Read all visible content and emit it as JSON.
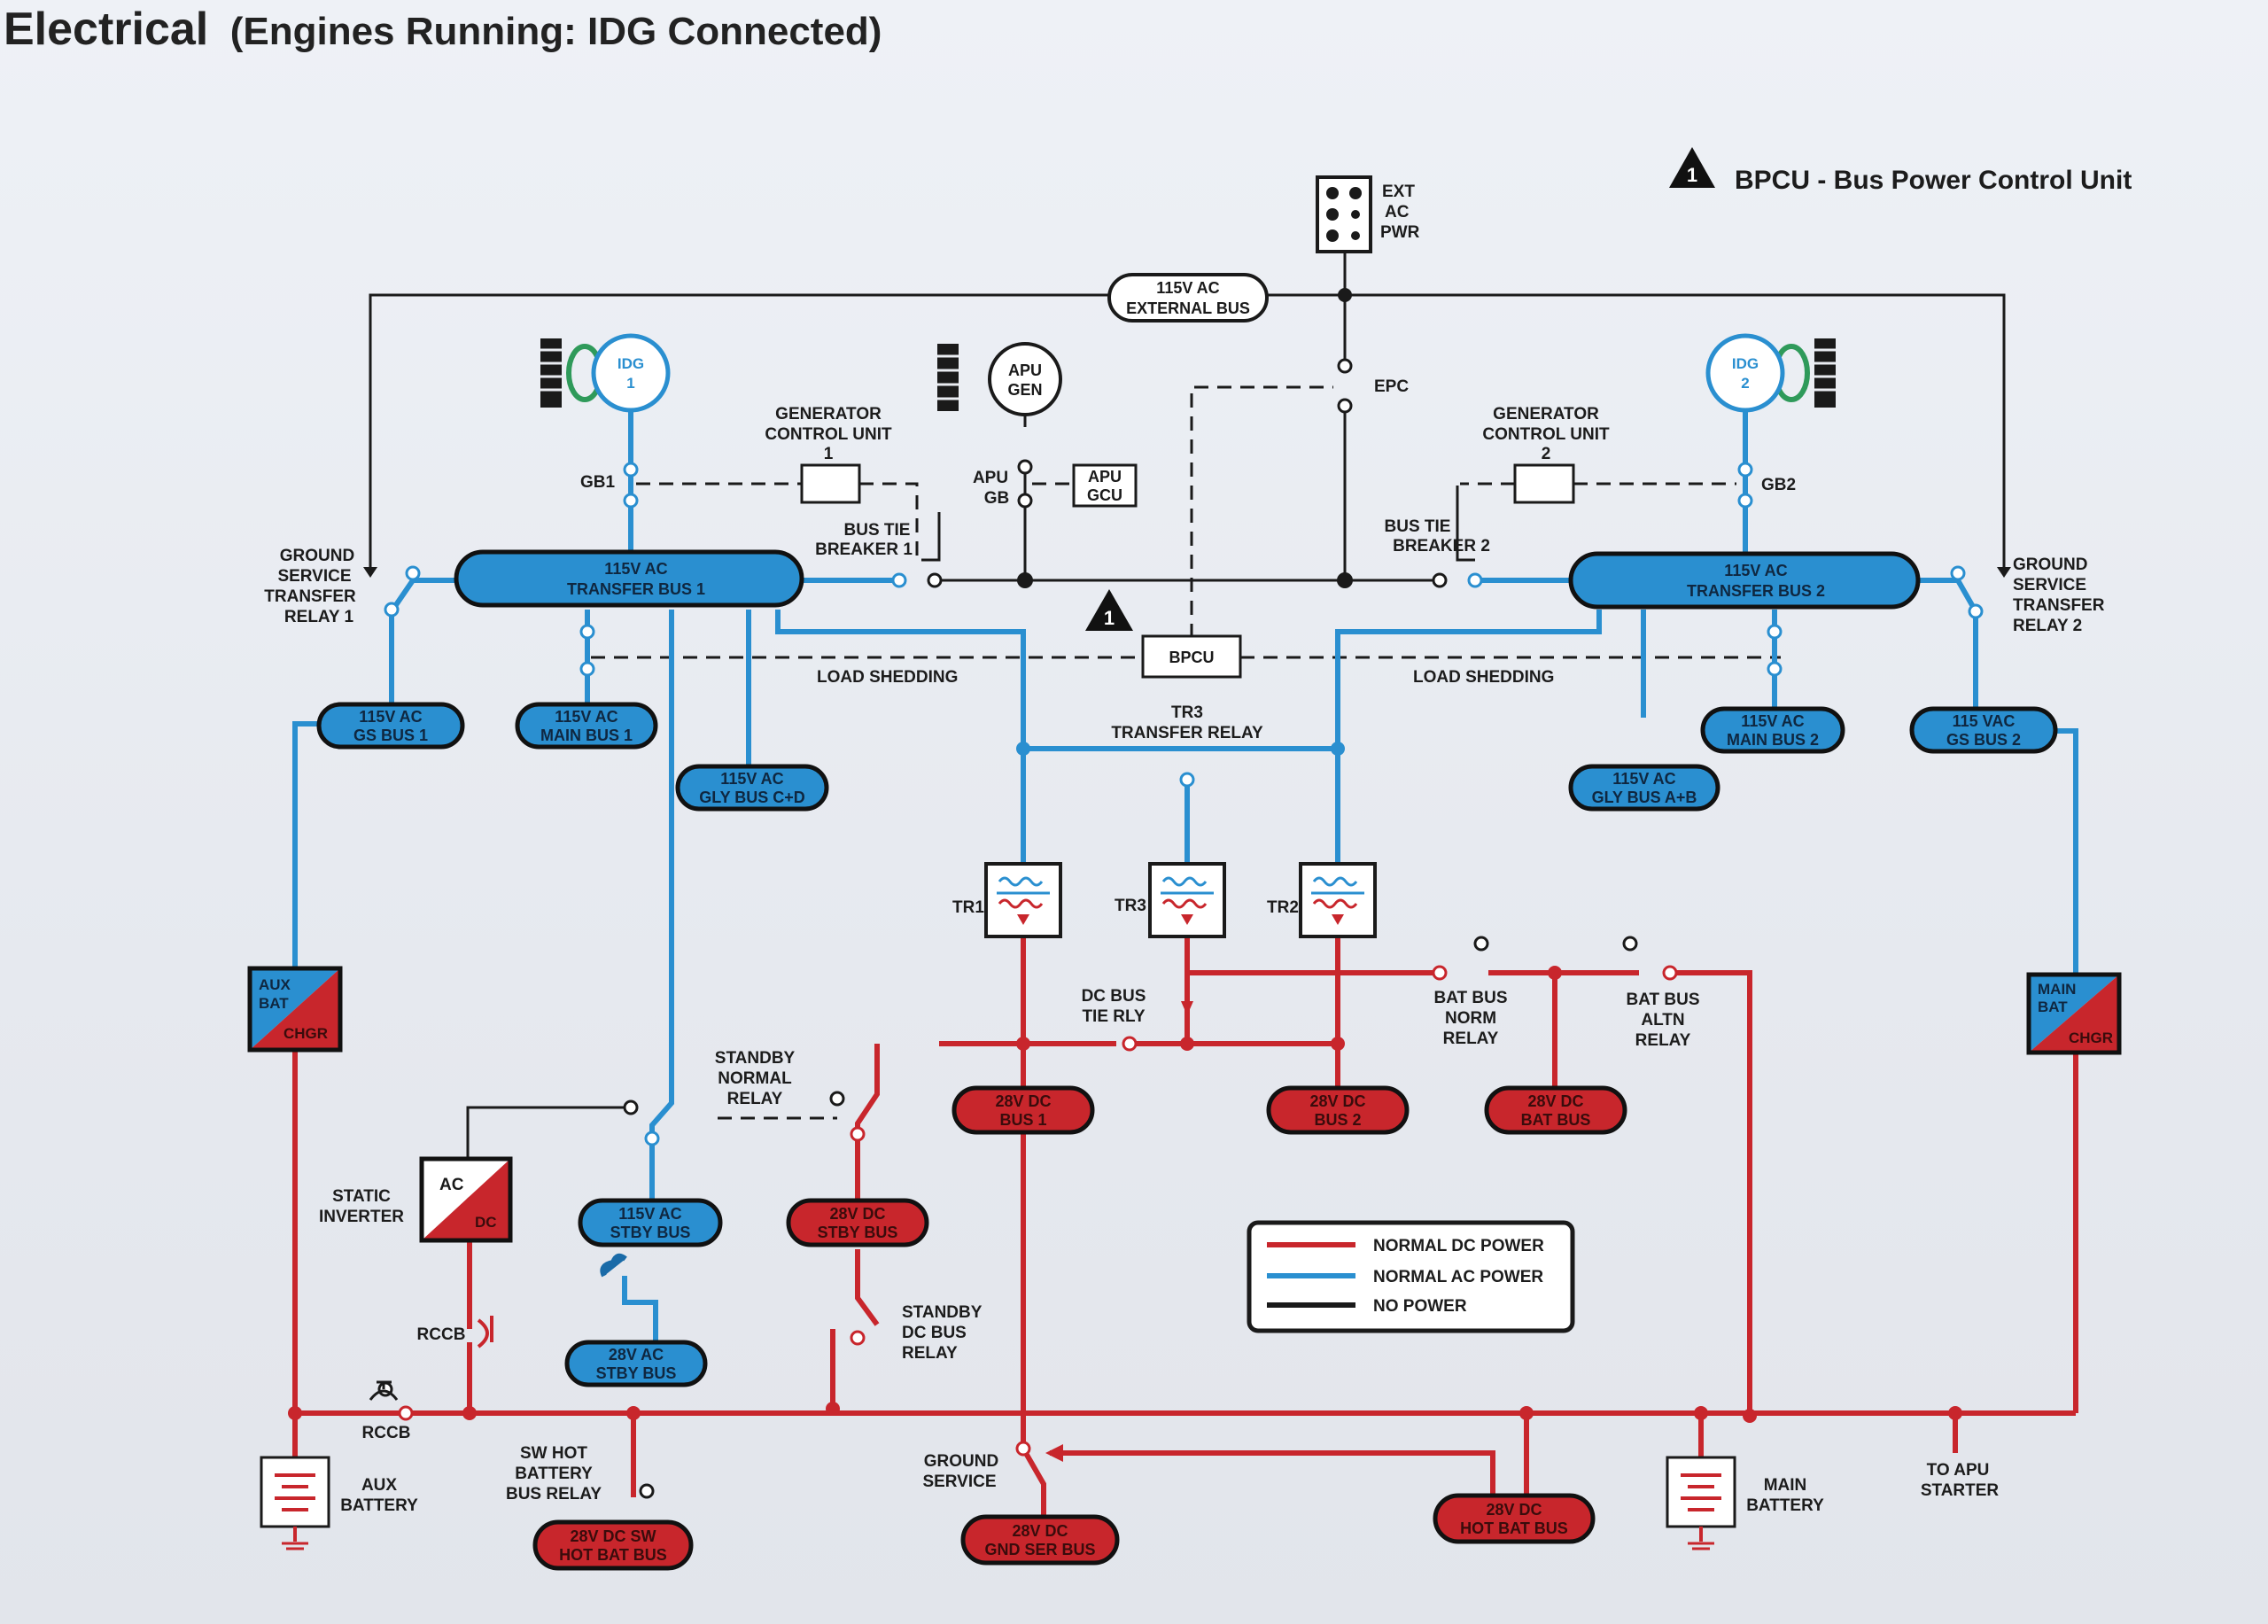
{
  "title": "Electrical",
  "subtitle": "(Engines Running: IDG Connected)",
  "note": {
    "marker": "1",
    "text": "BPCU - Bus Power Control Unit"
  },
  "ac_buses": {
    "external": [
      "115V AC",
      "EXTERNAL BUS"
    ],
    "transfer1": [
      "115V AC",
      "TRANSFER BUS 1"
    ],
    "transfer2": [
      "115V AC",
      "TRANSFER BUS 2"
    ],
    "gs1": [
      "115V AC",
      "GS BUS 1"
    ],
    "main1": [
      "115V AC",
      "MAIN BUS 1"
    ],
    "gly_cd": [
      "115V AC",
      "GLY BUS C+D"
    ],
    "gly_ab": [
      "115V AC",
      "GLY BUS A+B"
    ],
    "main2": [
      "115V AC",
      "MAIN BUS 2"
    ],
    "gs2": [
      "115 VAC",
      "GS BUS 2"
    ],
    "stby": [
      "115V AC",
      "STBY BUS"
    ],
    "ac28stby": [
      "28V AC",
      "STBY BUS"
    ]
  },
  "dc_buses": {
    "dc1": [
      "28V DC",
      "BUS 1"
    ],
    "dc2": [
      "28V DC",
      "BUS 2"
    ],
    "bat": [
      "28V DC",
      "BAT BUS"
    ],
    "stby": [
      "28V DC",
      "STBY BUS"
    ],
    "sw_hot": [
      "28V DC SW",
      "HOT BAT BUS"
    ],
    "gnd_ser": [
      "28V DC",
      "GND SER BUS"
    ],
    "hot": [
      "28V DC",
      "HOT BAT BUS"
    ]
  },
  "components": {
    "idg1": [
      "IDG",
      "1"
    ],
    "idg2": [
      "IDG",
      "2"
    ],
    "apu_gen": [
      "APU",
      "GEN"
    ],
    "ext_pwr": [
      "EXT",
      "AC",
      "PWR"
    ],
    "gcu1": [
      "GENERATOR",
      "CONTROL UNIT",
      "1"
    ],
    "gcu2": [
      "GENERATOR",
      "CONTROL UNIT",
      "2"
    ],
    "apu_gcu": [
      "APU",
      "GCU"
    ],
    "apu_gb": [
      "APU",
      "GB"
    ],
    "gb1": "GB1",
    "gb2": "GB2",
    "epc": "EPC",
    "btb1": [
      "BUS TIE",
      "BREAKER 1"
    ],
    "btb2": [
      "BUS TIE",
      "BREAKER 2"
    ],
    "gstr1": [
      "GROUND",
      "SERVICE",
      "TRANSFER",
      "RELAY 1"
    ],
    "gstr2": [
      "GROUND",
      "SERVICE",
      "TRANSFER",
      "RELAY 2"
    ],
    "bpcu": "BPCU",
    "load_shed_left": "LOAD SHEDDING",
    "load_shed_right": "LOAD SHEDDING",
    "tr3_relay": [
      "TR3",
      "TRANSFER RELAY"
    ],
    "tr1": "TR1",
    "tr2": "TR2",
    "tr3": "TR3",
    "dc_tie": [
      "DC BUS",
      "TIE RLY"
    ],
    "bat_norm": [
      "BAT BUS",
      "NORM",
      "RELAY"
    ],
    "bat_altn": [
      "BAT BUS",
      "ALTN",
      "RELAY"
    ],
    "stby_norm": [
      "STANDBY",
      "NORMAL",
      "RELAY"
    ],
    "static_inv": [
      "STATIC",
      "INVERTER"
    ],
    "inv_ac": "AC",
    "inv_dc": "DC",
    "rccb_upper": "RCCB",
    "rccb_lower": "RCCB",
    "stby_dc_relay": [
      "STANDBY",
      "DC BUS",
      "RELAY"
    ],
    "sw_hot_relay": [
      "SW HOT",
      "BATTERY",
      "BUS RELAY"
    ],
    "gnd_service": [
      "GROUND",
      "SERVICE"
    ],
    "aux_battery": [
      "AUX",
      "BATTERY"
    ],
    "main_battery": [
      "MAIN",
      "BATTERY"
    ],
    "apu_starter": [
      "TO APU",
      "STARTER"
    ],
    "aux_chgr": [
      "AUX",
      "BAT",
      "CHGR"
    ],
    "main_chgr": [
      "MAIN",
      "BAT",
      "CHGR"
    ]
  },
  "legend": {
    "items": [
      {
        "label": "NORMAL DC POWER",
        "color": "#c8262c"
      },
      {
        "label": "NORMAL AC POWER",
        "color": "#2a8fd0"
      },
      {
        "label": "NO POWER",
        "color": "#1a1a1a"
      }
    ]
  },
  "colors": {
    "dc": "#c8262c",
    "ac": "#2a8fd0",
    "none": "#1a1a1a"
  }
}
